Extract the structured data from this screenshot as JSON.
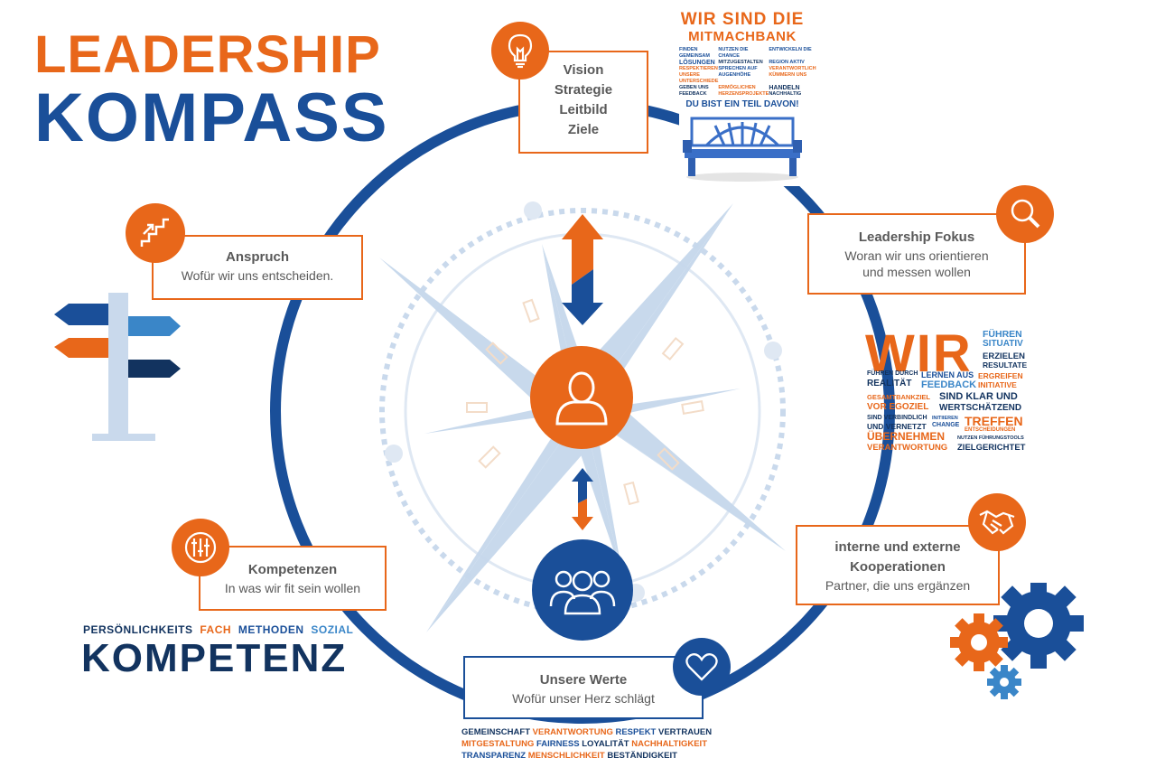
{
  "title": {
    "line1": "LEADERSHIP",
    "line2": "KOMPASS"
  },
  "vision": {
    "lines": [
      "Vision",
      "Strategie",
      "Leitbild",
      "Ziele"
    ],
    "icon": "lightbulb-icon"
  },
  "fokus": {
    "title": "Leadership Fokus",
    "sub1": "Woran wir uns orientieren",
    "sub2": "und messen wollen",
    "icon": "magnifier-icon"
  },
  "anspruch": {
    "title": "Anspruch",
    "sub": "Wofür wir uns entscheiden.",
    "icon": "stairs-icon"
  },
  "kooperationen": {
    "title1": "interne und externe",
    "title2": "Kooperationen",
    "sub": "Partner, die uns ergänzen",
    "icon": "handshake-icon"
  },
  "kompetenzen": {
    "title": "Kompetenzen",
    "sub": "In was wir fit sein wollen",
    "icon": "sliders-icon"
  },
  "werte": {
    "title": "Unsere Werte",
    "sub": "Wofür unser Herz schlägt",
    "icon": "heart-icon"
  },
  "kompetenz_label": {
    "p": "PERSÖNLICHKEITS",
    "f": "FACH",
    "m": "METHODEN",
    "s": "SOZIAL",
    "big": "KOMPETENZ"
  },
  "werte_cloud": {
    "row1": [
      "GEMEINSCHAFT",
      "VERANTWORTUNG",
      "RESPEKT",
      "VERTRAUEN"
    ],
    "row2": [
      "MITGESTALTUNG",
      "FAIRNESS",
      "LOYALITÄT",
      "NACHHALTIGKEIT"
    ],
    "row3": [
      "TRANSPARENZ",
      "MENSCHLICHKEIT",
      "BESTÄNDIGKEIT"
    ]
  },
  "mitmachbank": {
    "l1": "WIR SIND DIE",
    "l2": "MITMACHBANK",
    "s1": "FINDEN GEMEINSAM",
    "s2": "NUTZEN DIE CHANCE",
    "s3": "ENTWICKELN DIE",
    "s4": "LÖSUNGEN",
    "s5": "MITZUGESTALTEN",
    "s6": "REGION AKTIV",
    "s7": "RESPEKTIEREN",
    "s8": "SPRECHEN AUF",
    "s9": "VERANTWORTLICH",
    "s10": "UNSERE UNTERSCHIEDE",
    "s11": "AUGENHÖHE",
    "s12": "KÜMMERN UNS",
    "s13": "GEBEN UNS",
    "s14": "ERMÖGLICHEN",
    "s15": "HANDELN",
    "s16": "FEEDBACK",
    "s17": "HERZENSPROJEKTE",
    "s18": "NACHHALTIG",
    "bottom": "DU BIST EIN TEIL DAVON!"
  },
  "wir_cloud": {
    "wir": "WIR",
    "fuehren": "FÜHREN",
    "situativ": "SITUATIV",
    "erzielen": "ERZIELEN",
    "resultate": "RESULTATE",
    "fuehren_durch": "FÜHREN DURCH",
    "realitaet": "REALITÄT",
    "lernen_aus": "LERNEN AUS",
    "feedback": "FEEDBACK",
    "ergreifen": "ERGREIFEN",
    "initiative": "INITIATIVE",
    "gesamtbankziel": "GESAMTBANKZIEL",
    "vor_egoziel": "VOR EGOZIEL",
    "sind_klar_und": "SIND KLAR UND",
    "wertschaetzend": "WERTSCHÄTZEND",
    "sind_verbindlich": "SIND VERBINDLICH",
    "und_vernetzt": "UND VERNETZT",
    "initiieren": "INITIIEREN",
    "change": "CHANGE",
    "treffen": "TREFFEN",
    "entscheidungen": "ENTSCHEIDUNGEN",
    "uebernehmen": "ÜBERNEHMEN",
    "verantwortung": "VERANTWORTUNG",
    "nutzen": "NUTZEN FÜHRUNGSTOOLS",
    "zielgerichtet": "ZIELGERICHTET"
  },
  "colors": {
    "orange": "#e8671a",
    "blue": "#1a4f99",
    "navy": "#12335f",
    "light": "#c9d9ec"
  }
}
